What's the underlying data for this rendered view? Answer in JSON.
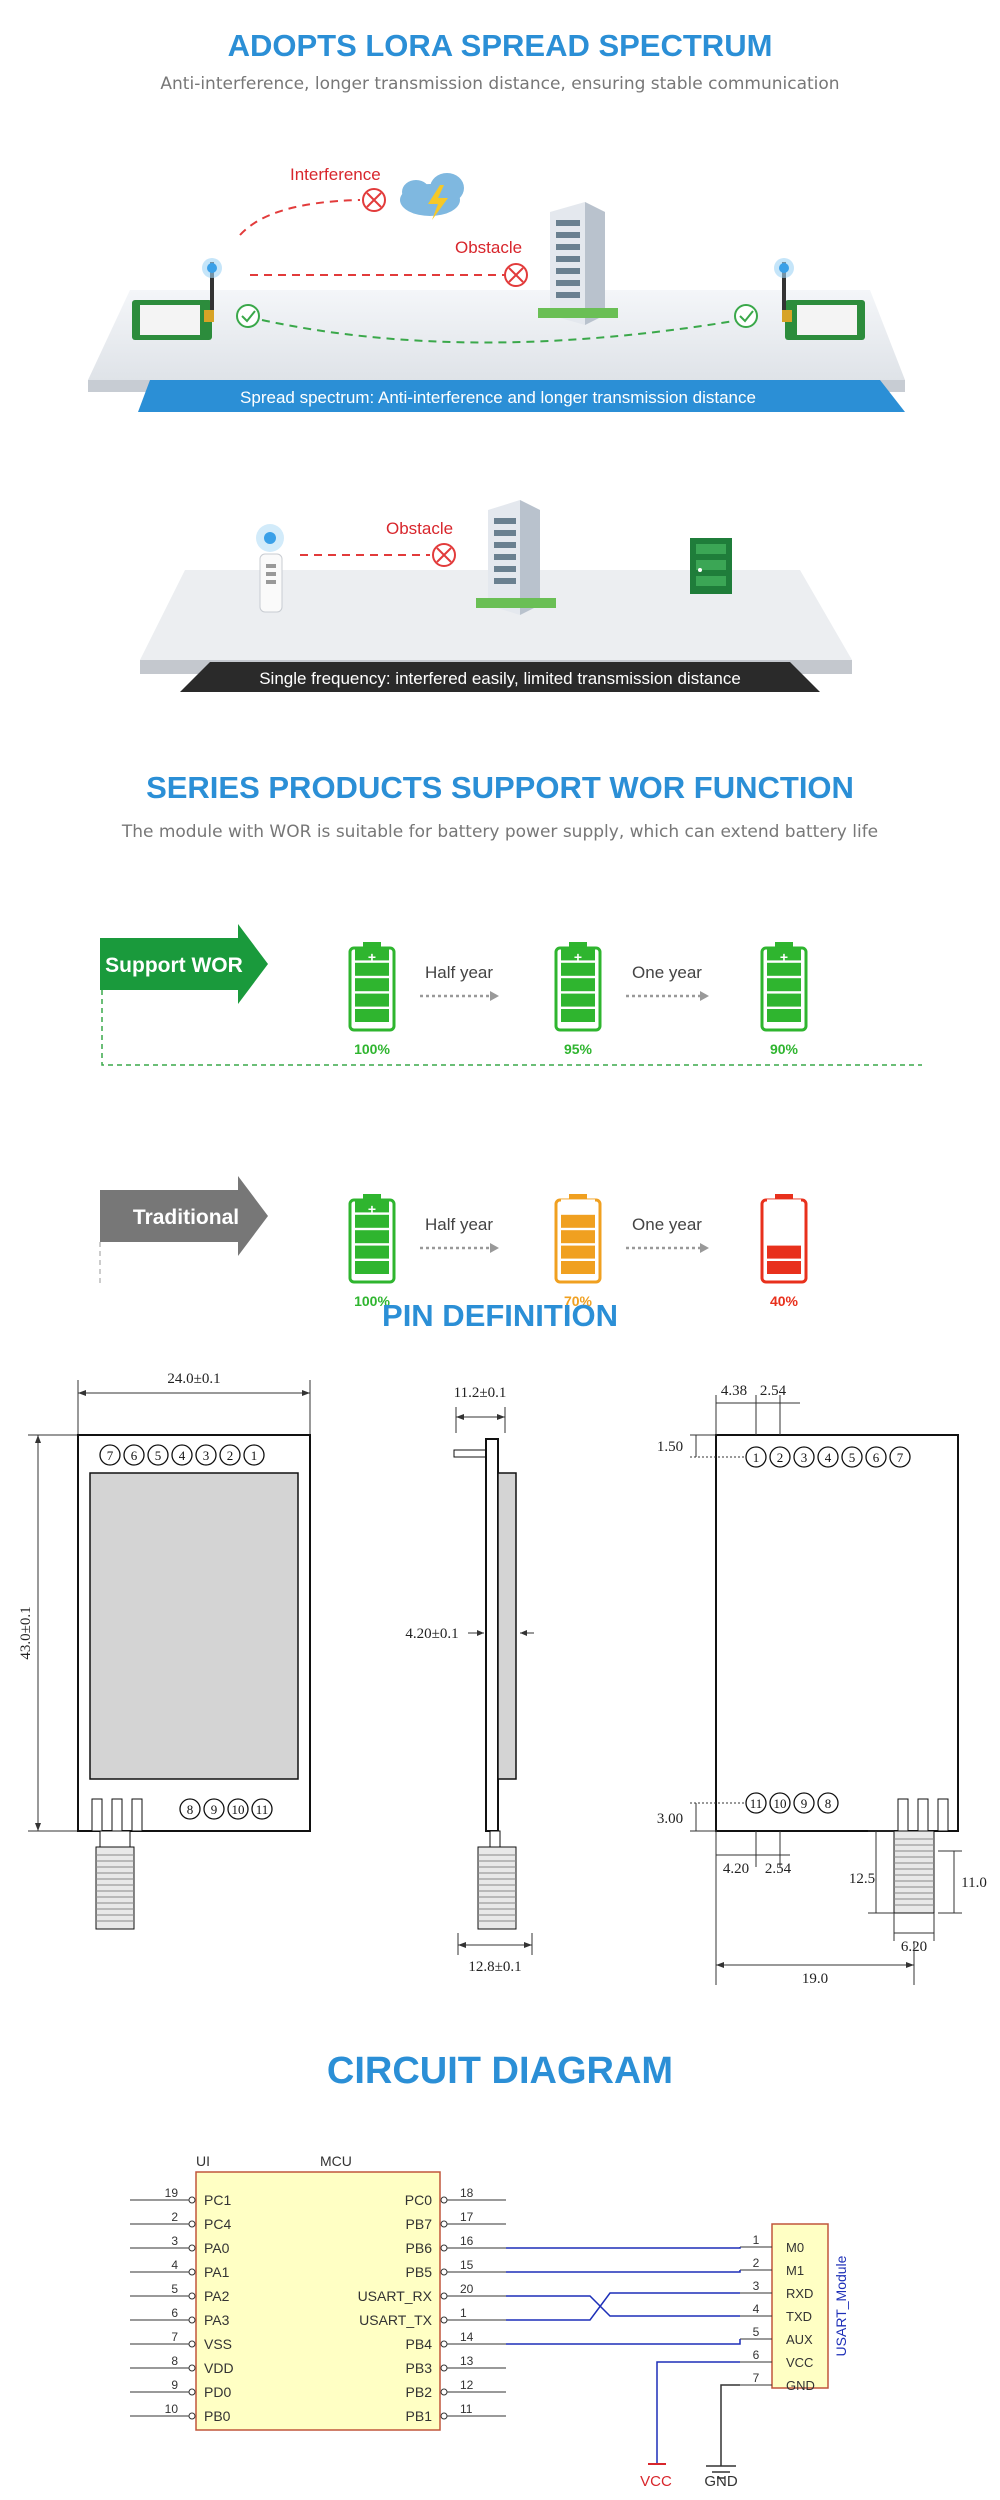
{
  "lora": {
    "title": "ADOPTS LORA SPREAD SPECTRUM",
    "subtitle": "Anti-interference, longer transmission distance, ensuring stable communication",
    "interference_label": "Interference",
    "obstacle_label": "Obstacle",
    "spread_caption": "Spread spectrum: Anti-interference and longer transmission distance",
    "single_obstacle_label": "Obstacle",
    "single_caption": "Single frequency: interfered easily, limited transmission distance"
  },
  "wor": {
    "title": "SERIES PRODUCTS SUPPORT WOR FUNCTION",
    "subtitle": "The module with WOR is suitable for battery power supply, which can extend battery life",
    "rows": [
      {
        "label": "Support WOR",
        "arrow_color": "#1a9a3c",
        "period1": "Half year",
        "period2": "One year",
        "batteries": [
          {
            "percent_text": "100%",
            "level": 1.0,
            "color": "#2fb52f"
          },
          {
            "percent_text": "95%",
            "level": 0.95,
            "color": "#2fb52f"
          },
          {
            "percent_text": "90%",
            "level": 0.9,
            "color": "#2fb52f"
          }
        ]
      },
      {
        "label": "Traditional",
        "arrow_color": "#777777",
        "period1": "Half year",
        "period2": "One year",
        "batteries": [
          {
            "percent_text": "100%",
            "level": 1.0,
            "color": "#2fb52f"
          },
          {
            "percent_text": "70%",
            "level": 0.7,
            "color": "#f0a020"
          },
          {
            "percent_text": "40%",
            "level": 0.4,
            "color": "#e8301c"
          }
        ]
      }
    ]
  },
  "pin": {
    "title": "PIN DEFINITION",
    "front": {
      "width_dim": "24.0±0.1",
      "height_dim": "43.0±0.1",
      "top_pins": [
        "7",
        "6",
        "5",
        "4",
        "3",
        "2",
        "1"
      ],
      "bottom_pins": [
        "8",
        "9",
        "10",
        "11"
      ]
    },
    "side": {
      "thickness_dim": "11.2±0.1",
      "mid_dim": "4.20±0.1",
      "bottom_dim": "12.8±0.1"
    },
    "back": {
      "dim_a": "4.38",
      "dim_b": "2.54",
      "dim_top": "1.50",
      "dim_bottom": "3.00",
      "dim_c": "4.20",
      "dim_d": "2.54",
      "dim_e": "12.5",
      "dim_f": "11.0",
      "dim_g": "6.20",
      "dim_total": "19.0",
      "top_pins": [
        "1",
        "2",
        "3",
        "4",
        "5",
        "6",
        "7"
      ],
      "bottom_pins": [
        "11",
        "10",
        "9",
        "8"
      ]
    }
  },
  "circuit": {
    "title": "CIRCUIT DIAGRAM",
    "ui_label": "UI",
    "mcu_label": "MCU",
    "left_pins": [
      {
        "num": "19",
        "name": "PC1"
      },
      {
        "num": "2",
        "name": "PC4"
      },
      {
        "num": "3",
        "name": "PA0"
      },
      {
        "num": "4",
        "name": "PA1"
      },
      {
        "num": "5",
        "name": "PA2"
      },
      {
        "num": "6",
        "name": "PA3"
      },
      {
        "num": "7",
        "name": "VSS"
      },
      {
        "num": "8",
        "name": "VDD"
      },
      {
        "num": "9",
        "name": "PD0"
      },
      {
        "num": "10",
        "name": "PB0"
      }
    ],
    "right_pins": [
      {
        "num": "18",
        "name": "PC0"
      },
      {
        "num": "17",
        "name": "PB7"
      },
      {
        "num": "16",
        "name": "PB6"
      },
      {
        "num": "15",
        "name": "PB5"
      },
      {
        "num": "20",
        "name": "USART_RX"
      },
      {
        "num": "1",
        "name": "USART_TX"
      },
      {
        "num": "14",
        "name": "PB4"
      },
      {
        "num": "13",
        "name": "PB3"
      },
      {
        "num": "12",
        "name": "PB2"
      },
      {
        "num": "11",
        "name": "PB1"
      }
    ],
    "module_pins": [
      {
        "num": "1",
        "name": "M0"
      },
      {
        "num": "2",
        "name": "M1"
      },
      {
        "num": "3",
        "name": "RXD"
      },
      {
        "num": "4",
        "name": "TXD"
      },
      {
        "num": "5",
        "name": "AUX"
      },
      {
        "num": "6",
        "name": "VCC"
      },
      {
        "num": "7",
        "name": "GND"
      }
    ],
    "module_label": "USART_Module",
    "vcc_label": "VCC",
    "gnd_label": "GND"
  }
}
